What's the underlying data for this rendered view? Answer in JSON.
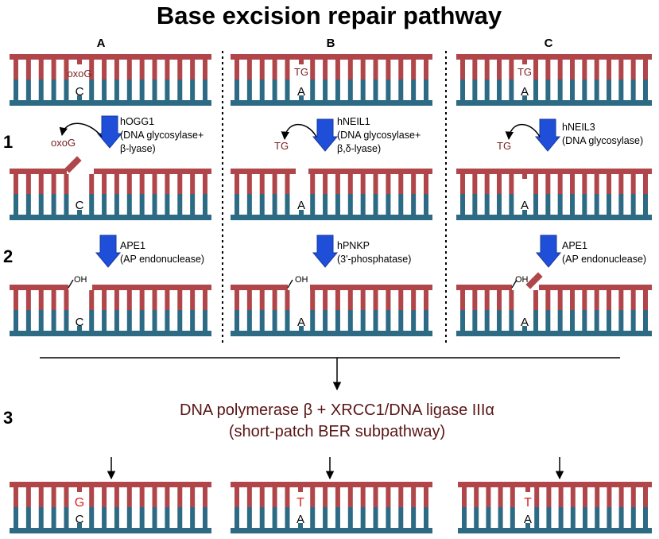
{
  "title": "Base excision repair pathway",
  "columns": [
    "A",
    "B",
    "C"
  ],
  "steps": [
    "1",
    "2",
    "3"
  ],
  "colors": {
    "top_strand": "#b0464a",
    "bottom_strand": "#2d6a84",
    "arrow_blue": "#1f4fd8",
    "lesion_text": "#7a1f1f",
    "new_base": "#d92323",
    "polymerase_text": "#5a1515"
  },
  "panel_a": {
    "lesion_label": "oxoG",
    "opposite_base": "C",
    "released": "oxoG",
    "step1_enzyme": "hOGG1",
    "step1_line2": "(DNA glycosylase+",
    "step1_line3": "β-lyase)",
    "step2_enzyme": "APE1",
    "step2_line2": "(AP endonuclease)",
    "oh_label": "OH",
    "repaired_base": "G",
    "repaired_opposite": "C"
  },
  "panel_b": {
    "lesion_label": "TG",
    "opposite_base": "A",
    "released": "TG",
    "step1_enzyme": "hNEIL1",
    "step1_line2": "(DNA glycosylase+",
    "step1_line3": "β,δ-lyase)",
    "step2_enzyme": "hPNKP",
    "step2_line2": "(3'-phosphatase)",
    "oh_label": "OH",
    "repaired_base": "T",
    "repaired_opposite": "A"
  },
  "panel_c": {
    "lesion_label": "TG",
    "opposite_base": "A",
    "released": "TG",
    "step1_enzyme": "hNEIL3",
    "step1_line2": "(DNA glycosylase)",
    "step2_enzyme": "APE1",
    "step2_line2": "(AP endonuclease)",
    "oh_label": "OH",
    "repaired_base": "T",
    "repaired_opposite": "A"
  },
  "step3": {
    "line1": "DNA polymerase β + XRCC1/DNA ligase IIIα",
    "line2": "(short-patch BER subpathway)"
  }
}
